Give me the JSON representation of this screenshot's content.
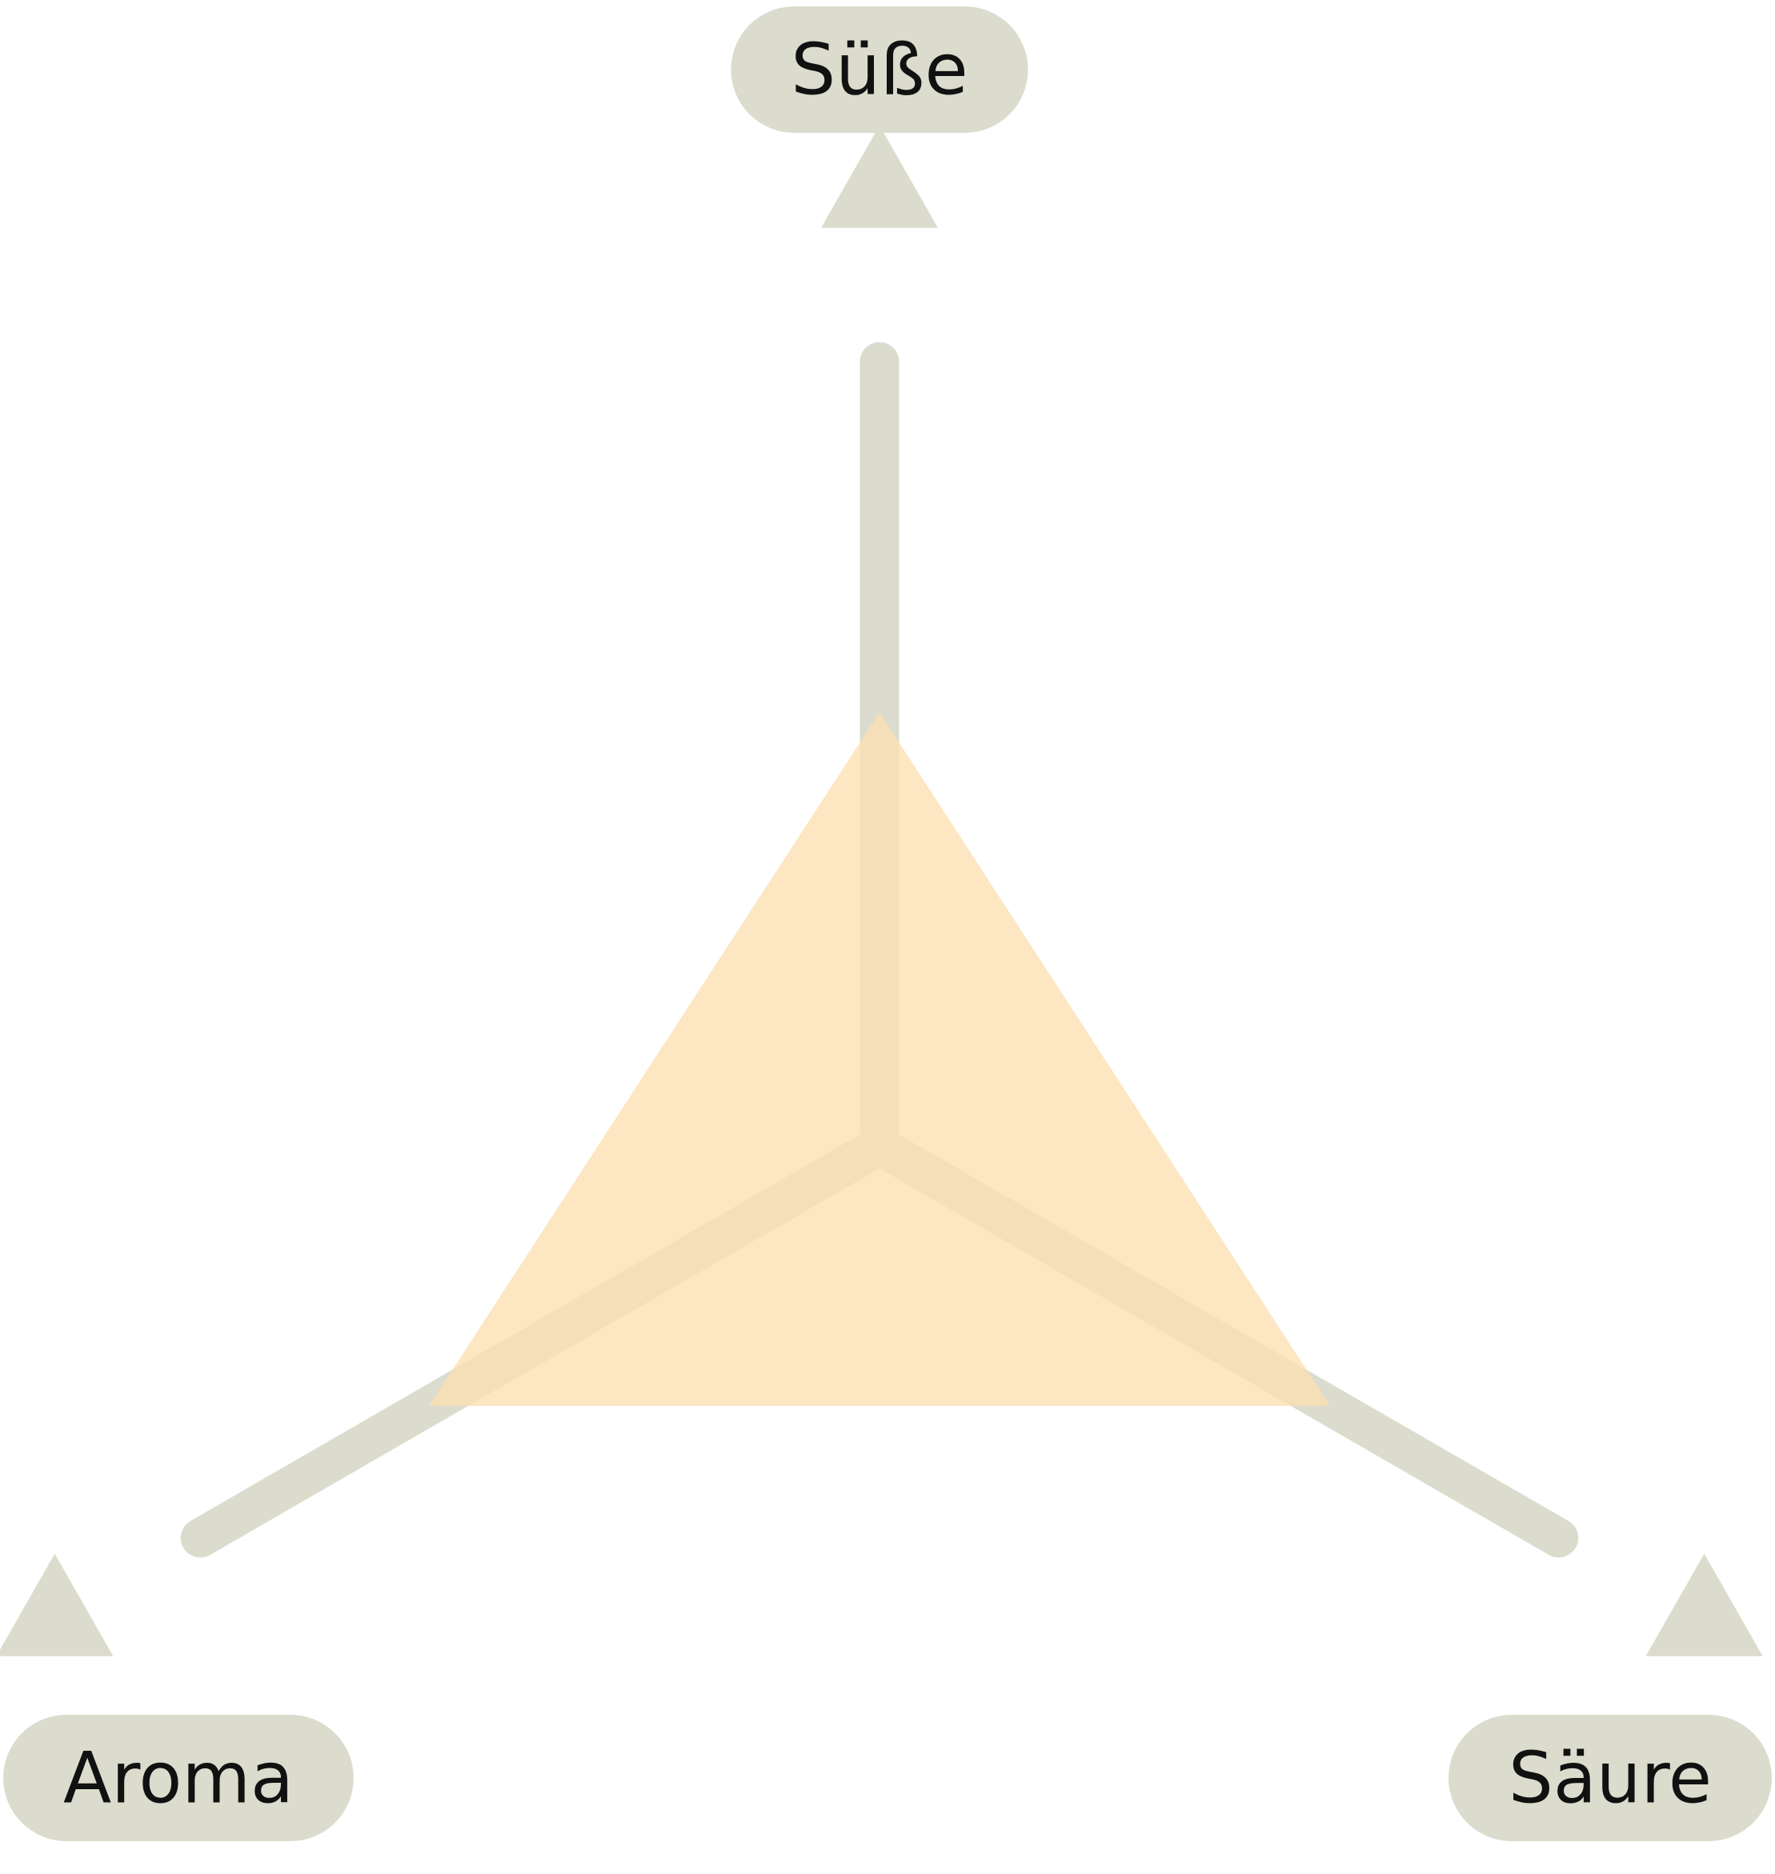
{
  "colors": {
    "background": "#ffffff",
    "axis": "#dbdccd",
    "fill": "#fde0b2",
    "label_text": "#111111"
  },
  "chart_data": {
    "type": "radar",
    "axes": [
      "Süße",
      "Säure",
      "Aroma"
    ],
    "values": [
      0.55,
      0.66,
      0.66
    ],
    "scale_max": 1,
    "axis_markers": "triangle-arrows",
    "grid": false,
    "legend": "none"
  }
}
